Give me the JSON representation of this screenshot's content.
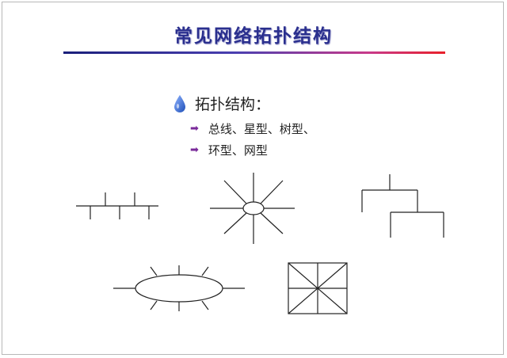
{
  "slide": {
    "title": "常见网络拓扑结构",
    "main_bullet": "拓扑结构：",
    "sub_bullets": [
      "总线、星型、树型、",
      "环型、网型"
    ],
    "colors": {
      "title": "#2a2f8e",
      "drop_icon": "#3a6fd8",
      "arrow_icon": "#7a2a9a"
    },
    "icons": {
      "main_bullet": "water-drop-icon",
      "sub_bullet": "right-arrow-icon"
    }
  }
}
